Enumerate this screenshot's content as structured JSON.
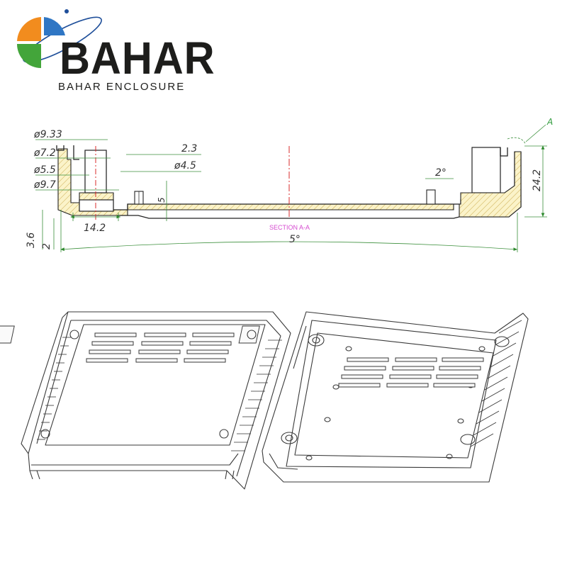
{
  "brand": {
    "name": "BAHAR",
    "subtitle": "BAHAR ENCLOSURE",
    "colors": {
      "orange": "#f28c1e",
      "blue": "#2f76c4",
      "green": "#43a53a",
      "dark": "#1d1d1b",
      "ring": "#1f4f9a"
    }
  },
  "drawing": {
    "section_label": "SECTION A-A",
    "callout": "A",
    "dimensions": {
      "d_9_33": "ø9.33",
      "d_7_2": "ø7.2",
      "d_5_5": "ø5.5",
      "d_9_7": "ø9.7",
      "d_2_3": "2.3",
      "d_4_5": "ø4.5",
      "d_5": "5",
      "d_14_2": "14.2",
      "d_3_6": "3.6",
      "d_2": "2",
      "d_5deg_main": "5°",
      "d_2deg": "2°",
      "d_24_2": "24.2"
    }
  },
  "views": {
    "left": "enclosure-top-view",
    "right": "enclosure-inside-view"
  }
}
